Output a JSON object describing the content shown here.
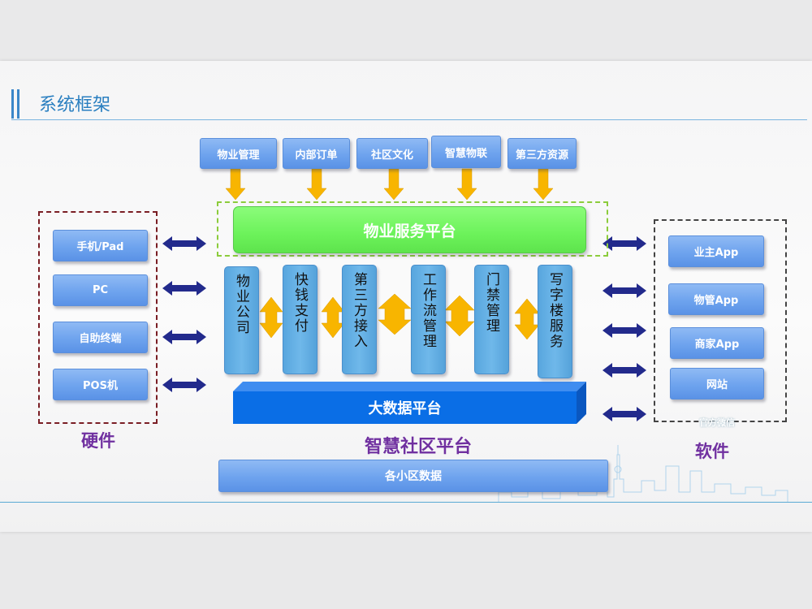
{
  "title": "系统框架",
  "top_sources": [
    "物业管理",
    "内部订单",
    "社区文化",
    "智慧物联",
    "第三方资源"
  ],
  "service_platform": "物业服务平台",
  "modules": [
    "物业公司",
    "快钱支付",
    "第三方接入",
    "工作流管理",
    "门禁管理",
    "写字楼服务"
  ],
  "bigdata_platform": "大数据平台",
  "community_platform": "智慧社区平台",
  "community_data": "各小区数据",
  "hardware": {
    "label": "硬件",
    "items": [
      "手机/Pad",
      "PC",
      "自助终端",
      "POS机"
    ]
  },
  "software": {
    "label": "软件",
    "items": [
      "业主App",
      "物管App",
      "商家App",
      "网站"
    ],
    "overlap_text": "官方微信"
  },
  "colors": {
    "button_blue": "#6ea3ee",
    "green_platform": "#6cf25a",
    "bigdata_blue": "#0a6ee6",
    "module_blue": "#6fb8ea",
    "arrow_yellow": "#f8b500",
    "arrow_navy": "#222a8c",
    "label_purple": "#7030a0",
    "title_blue": "#2a7fc0"
  }
}
